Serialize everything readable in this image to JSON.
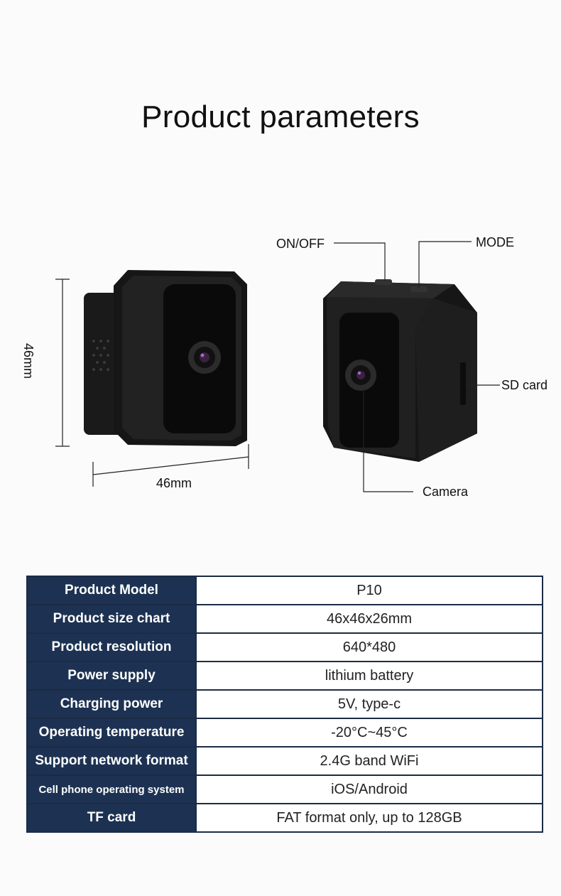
{
  "title": "Product parameters",
  "illustration": {
    "dim_height": "46mm",
    "dim_width": "46mm",
    "callouts": {
      "on_off": "ON/OFF",
      "mode": "MODE",
      "sd_card": "SD card",
      "camera": "Camera"
    }
  },
  "specs": {
    "rows": [
      {
        "label": "Product Model",
        "value": "P10"
      },
      {
        "label": "Product size chart",
        "value": "46x46x26mm"
      },
      {
        "label": "Product resolution",
        "value": "640*480"
      },
      {
        "label": "Power supply",
        "value": "lithium battery"
      },
      {
        "label": "Charging power",
        "value": "5V, type-c"
      },
      {
        "label": "Operating temperature",
        "value": "-20°C~45°C"
      },
      {
        "label": "Support network format",
        "value": "2.4G band WiFi"
      },
      {
        "label": "Cell phone operating system",
        "value": "iOS/Android"
      },
      {
        "label": "TF card",
        "value": "FAT format only, up to 128GB"
      }
    ]
  }
}
